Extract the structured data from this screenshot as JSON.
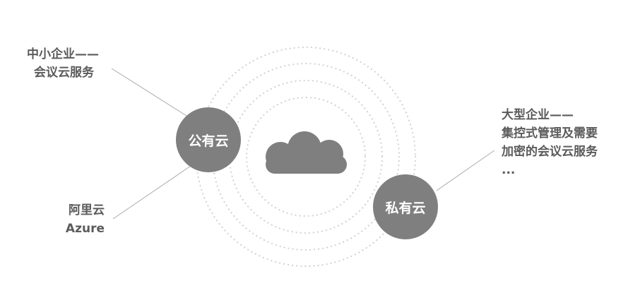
{
  "nodes": {
    "public_cloud": {
      "label": "公有云"
    },
    "private_cloud": {
      "label": "私有云"
    }
  },
  "annotations": {
    "public_top": {
      "lines": [
        "中小企业——",
        "会议云服务"
      ]
    },
    "public_bottom": {
      "lines": [
        "阿里云",
        "Azure"
      ]
    },
    "private_right": {
      "lines": [
        "大型企业——",
        "集控式管理及需要",
        "加密的会议云服务",
        "..."
      ]
    }
  },
  "center_icon": "cloud-icon",
  "colors": {
    "node_fill": "#7f7f7f",
    "cloud_fill": "#7f7f7f",
    "ring_dots": "#d2d2d2",
    "connector": "#aaaaaa",
    "label_text": "#5b5b5b"
  }
}
